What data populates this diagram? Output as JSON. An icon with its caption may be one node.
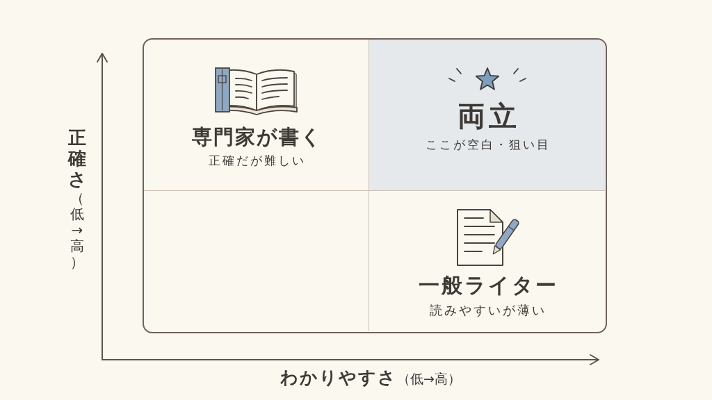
{
  "diagram": {
    "nodes": [
      {
        "text": [],
        "shape": "box"
      },
      {
        "text": [
          "専門家が書く",
          "正確だが難しい"
        ],
        "in": 0
      },
      {
        "text": [
          "両立",
          "ここが空白・狙い目"
        ],
        "in": 0
      },
      {
        "text": [],
        "shape": "box",
        "in": 0
      },
      {
        "text": [
          "一般ライター",
          "読みやすいが薄い"
        ],
        "in": 0
      }
    ],
    "labels": [
      "**正確さ**（低→高）",
      "**わかりやすさ**（低→高）"
    ]
  }
}
